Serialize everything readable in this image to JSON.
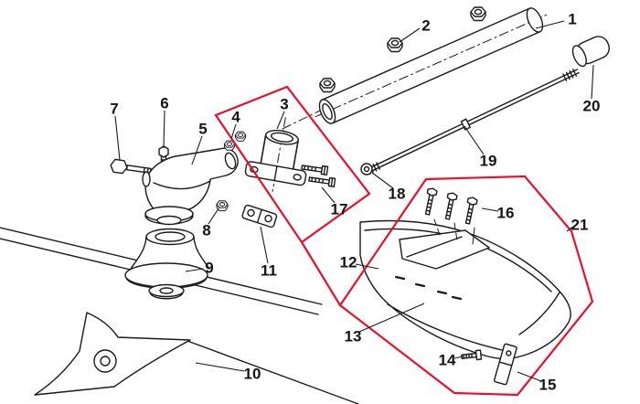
{
  "diagram": {
    "type": "exploded-parts-diagram",
    "background_color": "#ffffff",
    "line_color": "#1a1a1a",
    "highlight_color": "#e8112d",
    "part_labels": [
      "1",
      "2",
      "3",
      "4",
      "5",
      "6",
      "7",
      "8",
      "9",
      "10",
      "11",
      "12",
      "13",
      "14",
      "15",
      "16",
      "17",
      "18",
      "19",
      "20",
      "21"
    ]
  }
}
